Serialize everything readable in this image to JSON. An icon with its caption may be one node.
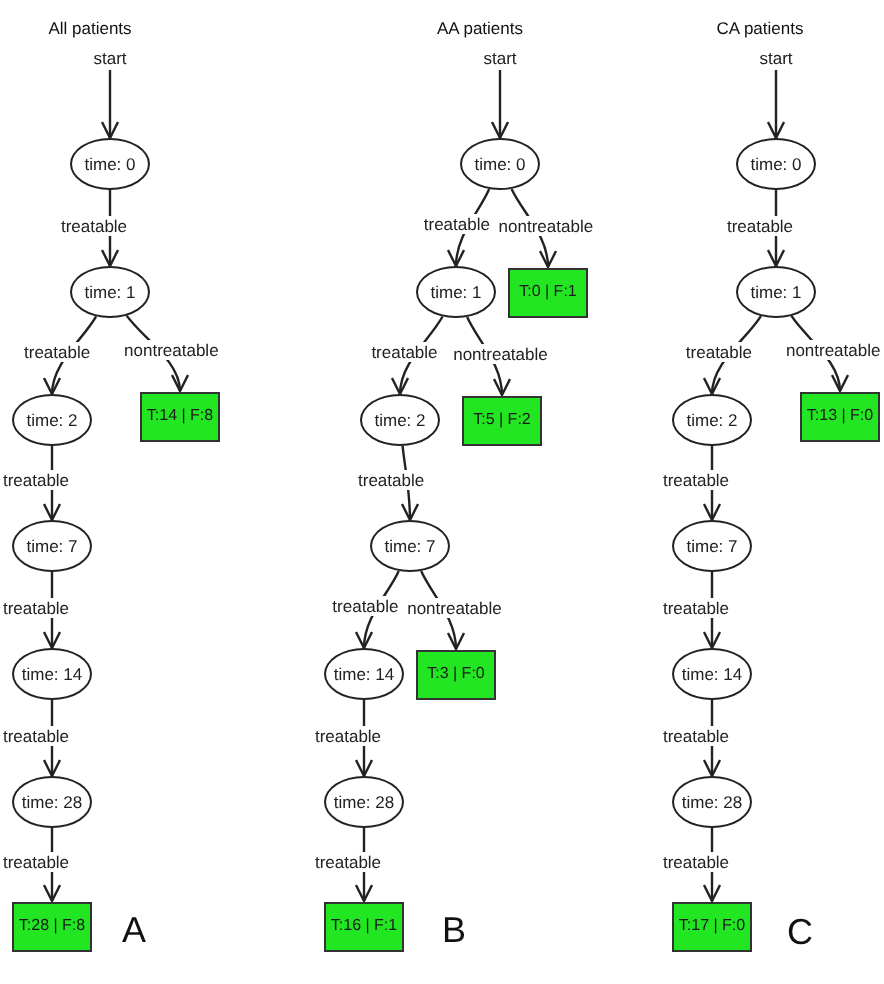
{
  "diagram": {
    "nodes": [
      {
        "text": [
          "start"
        ]
      },
      {
        "text": [
          "time: 0"
        ]
      },
      {
        "text": [
          "time: 1"
        ]
      },
      {
        "text": [
          "time: 2"
        ]
      },
      {
        "text": [
          "T:14 | F:8"
        ]
      },
      {
        "text": [
          "time: 7"
        ]
      },
      {
        "text": [
          "time: 14"
        ]
      },
      {
        "text": [
          "time: 28"
        ]
      },
      {
        "text": [
          "T:28 | F:8"
        ]
      },
      {
        "text": [
          "start"
        ]
      },
      {
        "text": [
          "time: 0"
        ]
      },
      {
        "text": [
          "time: 1"
        ]
      },
      {
        "text": [
          "T:0 | F:1"
        ]
      },
      {
        "text": [
          "time: 2"
        ]
      },
      {
        "text": [
          "T:5 | F:2"
        ]
      },
      {
        "text": [
          "time: 7"
        ]
      },
      {
        "text": [
          "time: 14"
        ]
      },
      {
        "text": [
          "T:3 | F:0"
        ]
      },
      {
        "text": [
          "time: 28"
        ]
      },
      {
        "text": [
          "T:16 | F:1"
        ]
      },
      {
        "text": [
          "start"
        ]
      },
      {
        "text": [
          "time: 0"
        ]
      },
      {
        "text": [
          "time: 1"
        ]
      },
      {
        "text": [
          "time: 2"
        ]
      },
      {
        "text": [
          "T:13 | F:0"
        ]
      },
      {
        "text": [
          "time: 7"
        ]
      },
      {
        "text": [
          "time: 14"
        ]
      },
      {
        "text": [
          "time: 28"
        ]
      },
      {
        "text": [
          "T:17 | F:0"
        ]
      }
    ],
    "edges": [
      {
        "from": 0,
        "to": 1,
        "arrow": "to"
      },
      {
        "from": 1,
        "to": 2,
        "arrow": "to",
        "label": "treatable"
      },
      {
        "from": 2,
        "to": 3,
        "arrow": "to",
        "label": "treatable"
      },
      {
        "from": 2,
        "to": 4,
        "arrow": "to",
        "label": "nontreatable"
      },
      {
        "from": 3,
        "to": 5,
        "arrow": "to",
        "label": "treatable"
      },
      {
        "from": 5,
        "to": 6,
        "arrow": "to",
        "label": "treatable"
      },
      {
        "from": 6,
        "to": 7,
        "arrow": "to",
        "label": "treatable"
      },
      {
        "from": 7,
        "to": 8,
        "arrow": "to",
        "label": "treatable"
      },
      {
        "from": 9,
        "to": 10,
        "arrow": "to"
      },
      {
        "from": 10,
        "to": 11,
        "arrow": "to",
        "label": "treatable"
      },
      {
        "from": 10,
        "to": 12,
        "arrow": "to",
        "label": "nontreatable"
      },
      {
        "from": 11,
        "to": 13,
        "arrow": "to",
        "label": "treatable"
      },
      {
        "from": 11,
        "to": 14,
        "arrow": "to",
        "label": "nontreatable"
      },
      {
        "from": 13,
        "to": 15,
        "arrow": "to",
        "label": "treatable"
      },
      {
        "from": 15,
        "to": 16,
        "arrow": "to",
        "label": "treatable"
      },
      {
        "from": 15,
        "to": 17,
        "arrow": "to",
        "label": "nontreatable"
      },
      {
        "from": 16,
        "to": 18,
        "arrow": "to",
        "label": "treatable"
      },
      {
        "from": 18,
        "to": 19,
        "arrow": "to",
        "label": "treatable"
      },
      {
        "from": 20,
        "to": 21,
        "arrow": "to"
      },
      {
        "from": 21,
        "to": 22,
        "arrow": "to",
        "label": "treatable"
      },
      {
        "from": 22,
        "to": 23,
        "arrow": "to",
        "label": "treatable"
      },
      {
        "from": 22,
        "to": 24,
        "arrow": "to",
        "label": "nontreatable"
      },
      {
        "from": 23,
        "to": 25,
        "arrow": "to",
        "label": "treatable"
      },
      {
        "from": 25,
        "to": 26,
        "arrow": "to",
        "label": "treatable"
      },
      {
        "from": 26,
        "to": 27,
        "arrow": "to",
        "label": "treatable"
      },
      {
        "from": 27,
        "to": 28,
        "arrow": "to",
        "label": "treatable"
      }
    ],
    "labels": [
      "All patients",
      "AA patients",
      "CA patients",
      "A",
      "B",
      "C"
    ]
  }
}
